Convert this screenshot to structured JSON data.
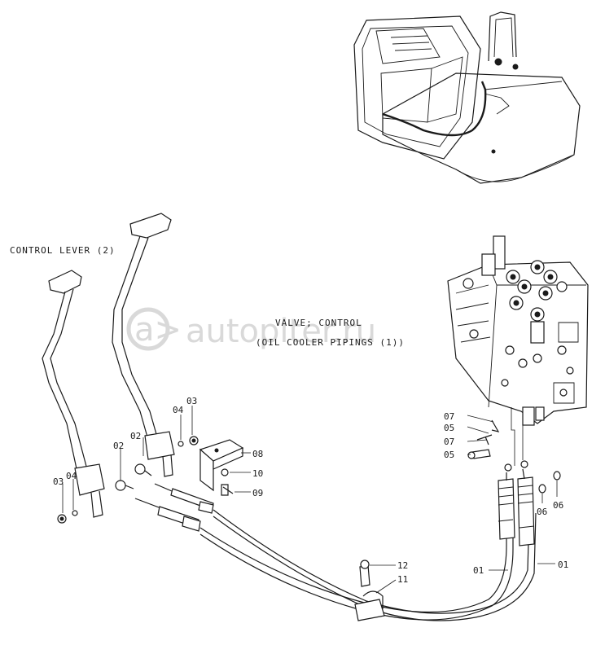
{
  "titles": {
    "control_lever": "CONTROL  LEVER (2)",
    "valve_control": "VALVE; CONTROL",
    "oil_cooler": "(OIL  COOLER  PIPINGS (1))"
  },
  "watermark": "autopiter.ru",
  "callouts": {
    "c01a": "01",
    "c01b": "01",
    "c02a": "02",
    "c02b": "02",
    "c03a": "03",
    "c03b": "03",
    "c04a": "04",
    "c04b": "04",
    "c05a": "05",
    "c05b": "05",
    "c06a": "06",
    "c06b": "06",
    "c07a": "07",
    "c07b": "07",
    "c08": "08",
    "c09": "09",
    "c10": "10",
    "c11": "11",
    "c12": "12"
  }
}
